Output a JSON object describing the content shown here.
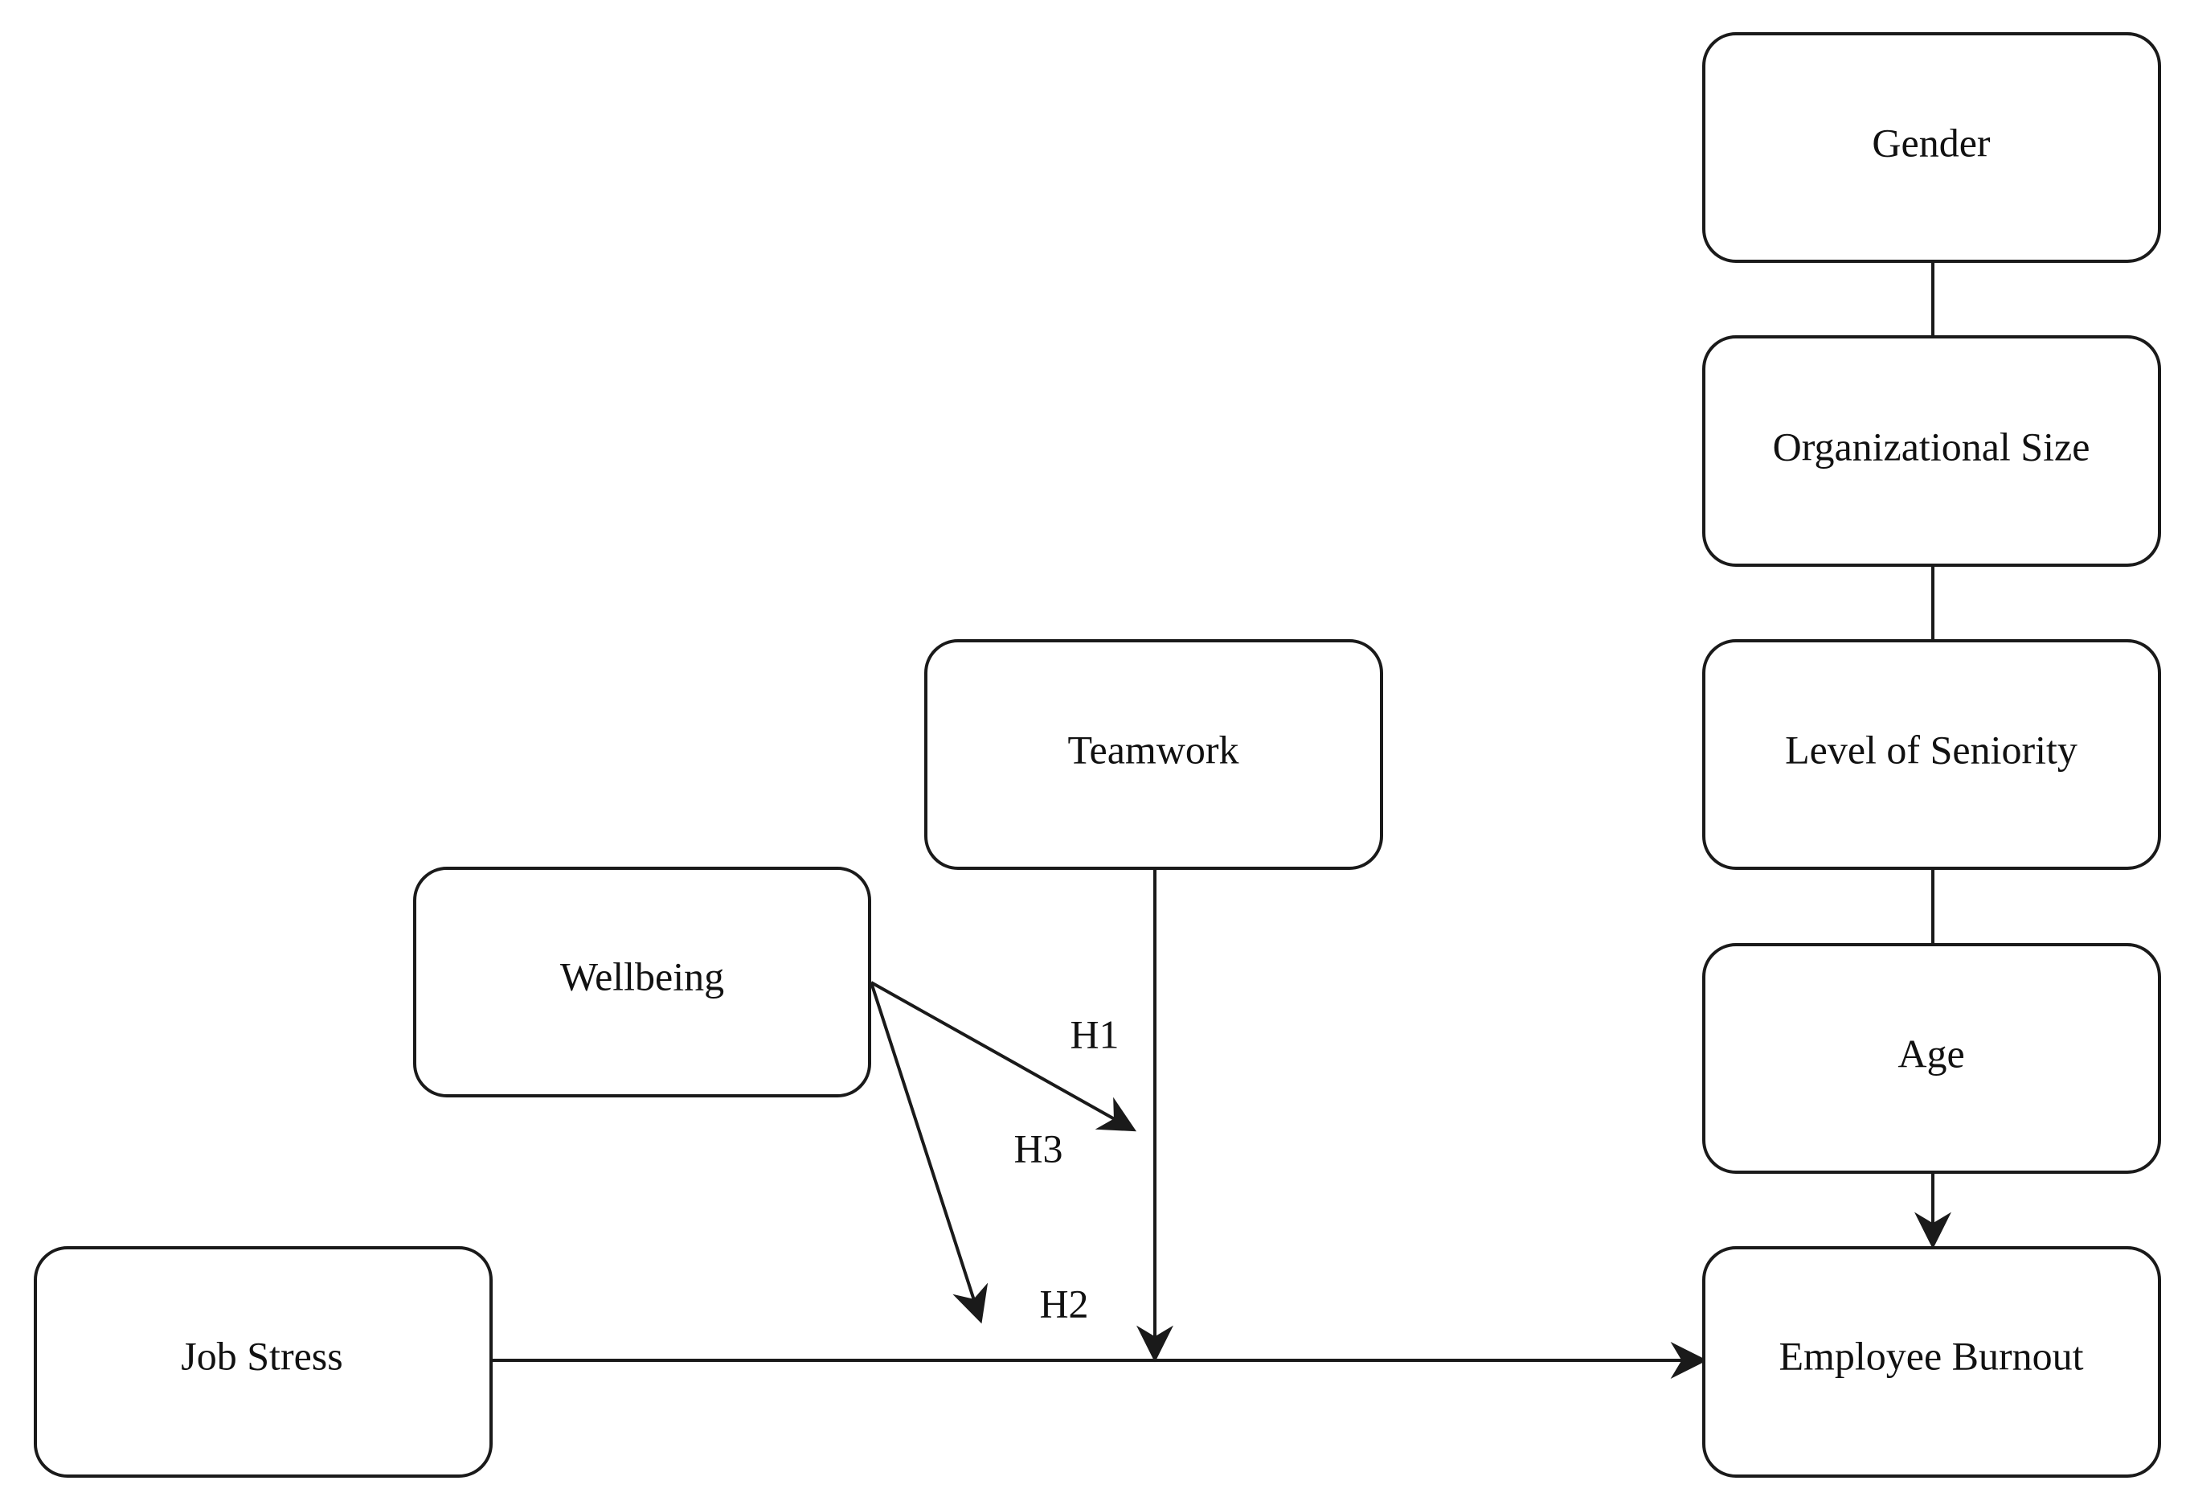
{
  "nodes": {
    "gender": "Gender",
    "organizational_size": "Organizational Size",
    "level_of_seniority": "Level of Seniority",
    "age": "Age",
    "employee_burnout": "Employee Burnout",
    "teamwork": "Teamwork",
    "wellbeing": "Wellbeing",
    "job_stress": "Job Stress"
  },
  "hypotheses": {
    "h1": "H1",
    "h2": "H2",
    "h3": "H3"
  },
  "edges": [
    {
      "from": "gender",
      "to": "organizational_size",
      "arrow": false
    },
    {
      "from": "organizational_size",
      "to": "level_of_seniority",
      "arrow": false
    },
    {
      "from": "level_of_seniority",
      "to": "age",
      "arrow": false
    },
    {
      "from": "age",
      "to": "employee_burnout",
      "arrow": true
    },
    {
      "from": "job_stress",
      "to": "employee_burnout",
      "arrow": true
    },
    {
      "from": "teamwork",
      "to": "job_stress-employee_burnout",
      "arrow": true,
      "label": "H1"
    },
    {
      "from": "wellbeing",
      "to": "teamwork-moderation",
      "arrow": true,
      "label": "H3"
    },
    {
      "from": "wellbeing",
      "to": "job_stress-employee_burnout",
      "arrow": true,
      "label": "H2"
    }
  ],
  "colors": {
    "stroke": "#1a1a1a",
    "text": "#111111",
    "background": "#ffffff"
  }
}
